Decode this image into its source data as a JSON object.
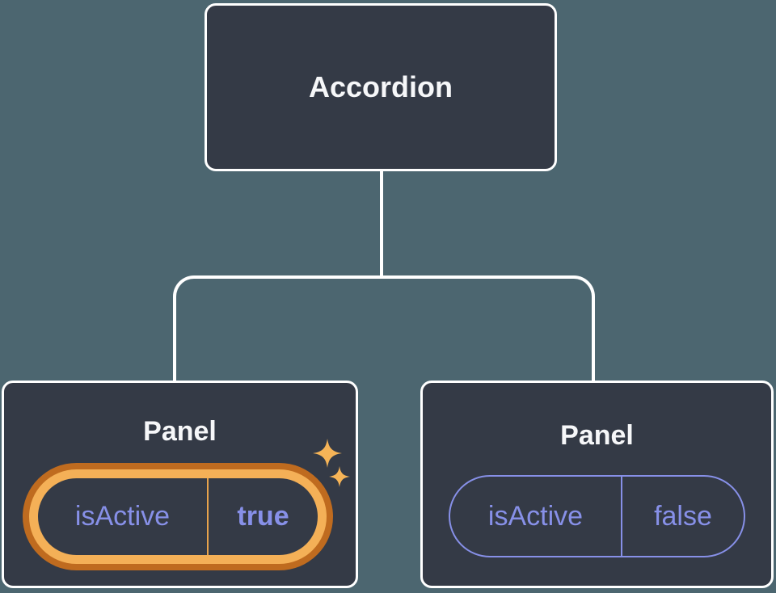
{
  "diagram": {
    "description": "React component tree showing Accordion parent with two Panel children and their isActive state",
    "root": {
      "label": "Accordion"
    },
    "children": [
      {
        "label": "Panel",
        "state": {
          "key": "isActive",
          "value": "true",
          "highlighted": true
        }
      },
      {
        "label": "Panel",
        "state": {
          "key": "isActive",
          "value": "false",
          "highlighted": false
        }
      }
    ]
  },
  "colors": {
    "background": "#4c6670",
    "node_fill": "#343a46",
    "node_border": "#ffffff",
    "connector": "#ffffff",
    "state_text": "#8790e8",
    "highlight_ring_outer": "#bf6b1f",
    "highlight_ring_inner": "#f4b057",
    "highlight_divider": "#e8a34c",
    "sparkle": "#f6b457"
  },
  "icons": {
    "sparkle_large": "sparkle-icon",
    "sparkle_small": "sparkle-icon"
  }
}
